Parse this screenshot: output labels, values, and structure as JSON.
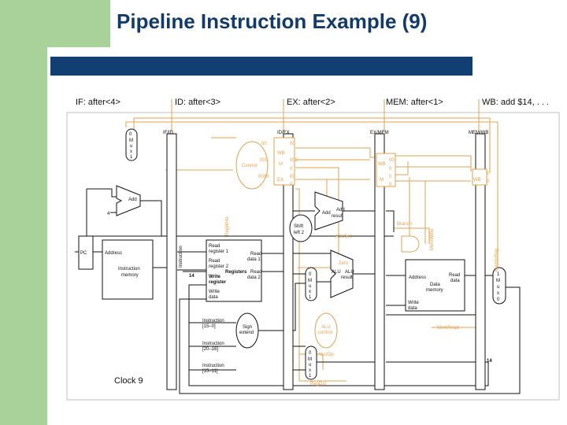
{
  "title": "Pipeline Instruction Example (9)",
  "stages": {
    "if": "IF: after<4>",
    "id": "ID: after<3>",
    "ex": "EX: after<2>",
    "mem": "MEM: after<1>",
    "wb": "WB: add $14, . . ."
  },
  "registers": {
    "ifid": "IF/ID",
    "idex": "ID/EX",
    "exmem": "EX/MEM",
    "memwb": "MEM/WB"
  },
  "pipeline_values": {
    "idex_wb_in": "00",
    "idex_m_in": "000",
    "idex_ex_in": "0000",
    "idex_wb_out": "00",
    "idex_m_out": "000",
    "idex_ex_0": "0",
    "idex_ex_00": "00",
    "idex_ex_0b": "0",
    "exmem_wb": "00",
    "exmem_m0a": "0",
    "exmem_m0b": "0",
    "exmem_m0c": "0",
    "memwb_1": "1",
    "memwb_0": "0",
    "wb_label_a": "WB",
    "m_label_a": "M",
    "ex_label": "EX",
    "wb_label_b": "WB",
    "m_label_b": "M",
    "wb_label_c": "WB"
  },
  "labels": {
    "pc": "PC",
    "address": "Address",
    "instr_mem": "Instruction",
    "instr_mem2": "memory",
    "instruction_vert": "Instruction",
    "four": "4",
    "add": "Add",
    "add2": "Add",
    "add_result": "Add",
    "add_result2": "result",
    "shift": "Shift",
    "shift2": "left 2",
    "branch": "Branch",
    "regwrite": "RegWrite",
    "memwrite": "MemWrite",
    "memtoreg": "MemtoReg",
    "alusrc": "ALUSrc",
    "read_reg1": "Read",
    "read_reg1b": "register 1",
    "read_reg2": "Read",
    "read_reg2b": "register 2",
    "registers_lbl": "Registers",
    "read_data1": "Read",
    "read_data1b": "data 1",
    "read_data2": "Read",
    "read_data2b": "data 2",
    "write_reg": "Write",
    "write_reg2": "register",
    "write_data": "Write",
    "write_data2": "data",
    "fourteen_a": "14",
    "fourteen_b": "14",
    "zero": "Zero",
    "alu": "ALU",
    "alu_result": "ALU",
    "alu_result2": "result",
    "data_address": "Address",
    "read_data": "Read",
    "read_data2x": "data",
    "data_mem": "Data",
    "data_mem2": "memory",
    "data_write": "Write",
    "data_write2": "data",
    "memread": "MemRead",
    "instr_15_0": "Instruction",
    "instr_15_0b": "[15–0]",
    "sign": "Sign",
    "sign2": "extend",
    "alu_control": "ALU",
    "alu_control2": "control",
    "instr_20_16": "Instruction",
    "instr_20_16b": "[20–16]",
    "instr_15_11": "Instruction",
    "instr_15_11b": "[15–11]",
    "aluop": "ALUOp",
    "regdst": "RegDst",
    "control": "Control",
    "clock": "Clock 9",
    "mux_if": "0\nM\nu\nx\n1",
    "mux_alu": "0\nM\nu\nx\n1",
    "mux_wb": "1\nM\nu\nx\n0",
    "mux_regdst": "0\nM\nu\nx\n1"
  }
}
